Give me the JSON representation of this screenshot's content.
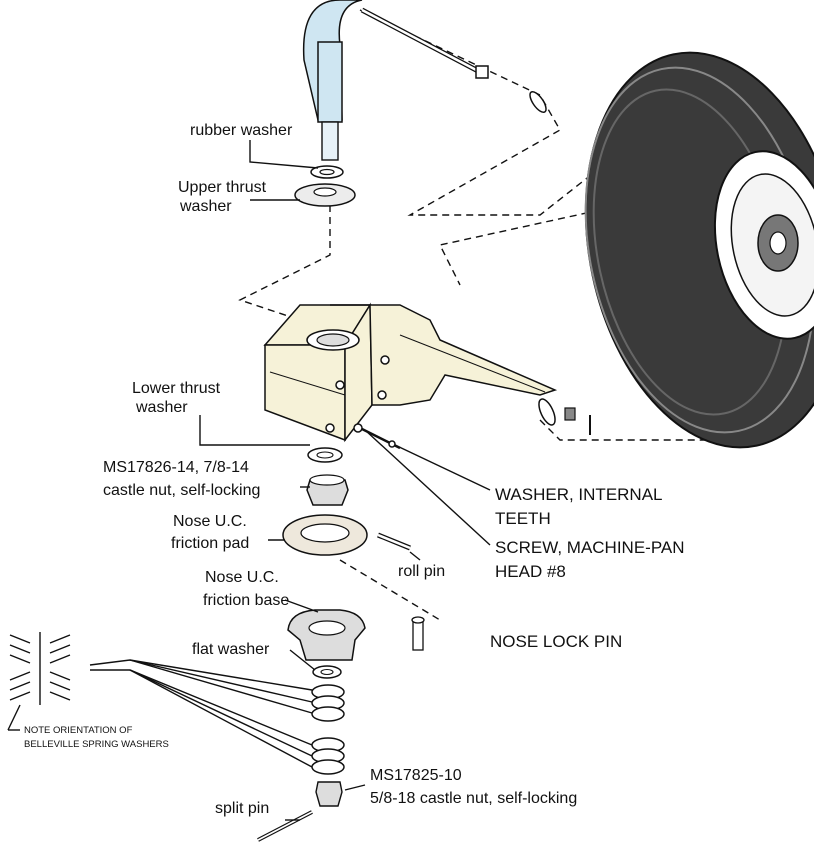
{
  "labels": {
    "rubber_washer": "rubber washer",
    "upper_thrust_1": "Upper thrust",
    "upper_thrust_2": "washer",
    "lower_thrust_1": "Lower thrust",
    "lower_thrust_2": "washer",
    "castle_nut_upper_1": "MS17826-14, 7/8-14",
    "castle_nut_upper_2": "castle nut, self-locking",
    "friction_pad_1": "Nose U.C.",
    "friction_pad_2": "friction pad",
    "roll_pin": "roll pin",
    "friction_base_1": "Nose U.C.",
    "friction_base_2": "friction base",
    "flat_washer": "flat washer",
    "washer_internal_1": "WASHER, INTERNAL",
    "washer_internal_2": "TEETH",
    "screw_1": "SCREW, MACHINE-PAN",
    "screw_2": "HEAD #8",
    "nose_lock_pin": "NOSE LOCK PIN",
    "note_1": "NOTE ORIENTATION OF",
    "note_2": "BELLEVILLE SPRING WASHERS",
    "castle_nut_lower_1": "MS17825-10",
    "castle_nut_lower_2": "5/8-18 castle nut, self-locking",
    "split_pin": "split pin"
  },
  "colors": {
    "strut": "#cfe6f2",
    "fork": "#f6f2d8",
    "tire": "#3a3a3a",
    "line": "#111111"
  }
}
